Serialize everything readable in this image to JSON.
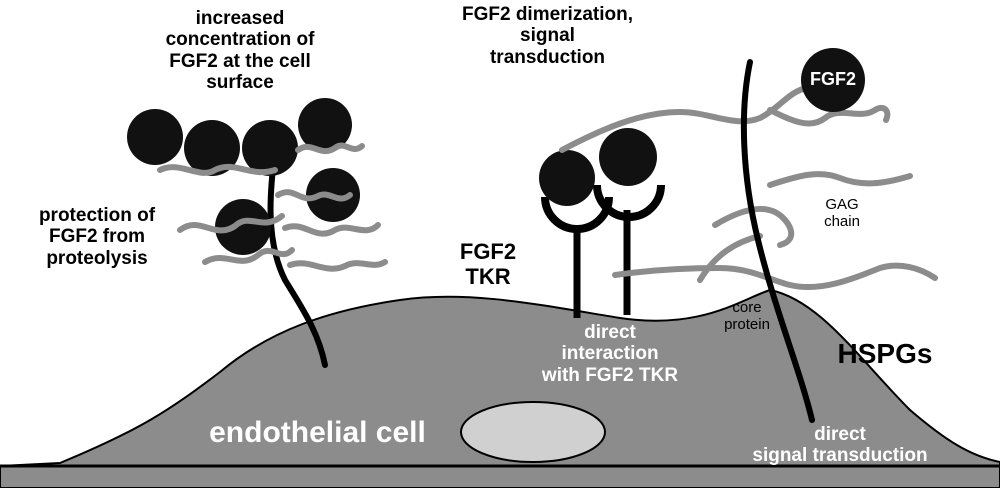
{
  "diagram": {
    "labels": {
      "concentration": [
        "increased",
        "concentration of",
        "FGF2 at the cell",
        "surface"
      ],
      "dimerization": [
        "FGF2 dimerization,",
        "signal",
        "transduction"
      ],
      "fgf2_ball": "FGF2",
      "protection": [
        "protection of",
        "FGF2 from",
        "proteolysis"
      ],
      "tkr": [
        "FGF2",
        "TKR"
      ],
      "gag": [
        "GAG",
        "chain"
      ],
      "core": [
        "core",
        "protein"
      ],
      "hspgs": "HSPGs",
      "direct_interaction": [
        "direct",
        "interaction",
        "with FGF2 TKR"
      ],
      "endothelial": "endothelial cell",
      "direct_signal": [
        "direct",
        "signal transduction"
      ]
    },
    "colors": {
      "cell_fill": "#8c8c8c",
      "nucleus_fill": "#d0d0d0",
      "gag_chain": "#8c8c8c",
      "fgf2_ball": "#111111",
      "outline": "#000000",
      "background": "#ffffff"
    }
  }
}
